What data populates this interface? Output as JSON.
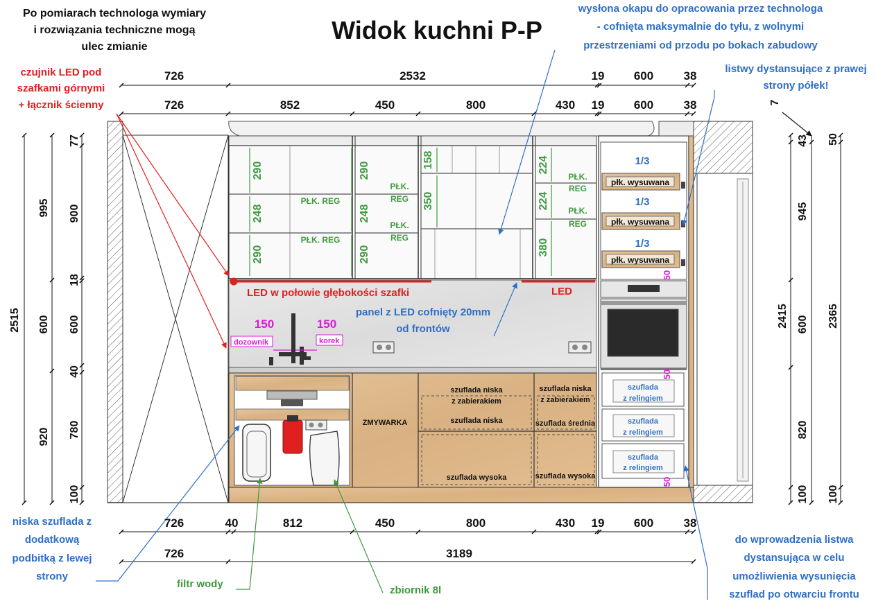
{
  "title": "Widok kuchni P-P",
  "notes": {
    "disclaimer": [
      "Po pomiarach technologa wymiary",
      "i rozwiązania techniczne mogą",
      "ulec zmianie"
    ],
    "led_sensor": [
      "czujnik LED pod",
      "szafkami górnymi",
      "+ łącznik ścienny"
    ],
    "hood": [
      "wysłona okapu do opracowania przez technologa",
      "- cofnięta maksymalnie do tyłu, z wolnymi",
      "przestrzeniami od przodu po bokach zabudowy"
    ],
    "spacer_strips": [
      "listwy dystansujące z prawej",
      "strony półek!"
    ],
    "low_drawer": [
      "niska szuflada z",
      "dodatkową",
      "podbitką z lewej",
      "strony"
    ],
    "water_filter": "filtr wody",
    "tank": "zbiornik 8l",
    "spacer_strip_intro": [
      "do wprowadzenia listwa",
      "dystansująca w celu",
      "umożliwienia wysunięcia",
      "szuflad po otwarciu frontu"
    ],
    "led_half_depth": "LED w połowie głębokości szafki",
    "led": "LED",
    "led_panel": [
      "panel z LED cofnięty 20mm",
      "od frontów"
    ]
  },
  "dims": {
    "top_row1": [
      "726",
      "2532",
      "19",
      "600",
      "38"
    ],
    "top_row2": [
      "726",
      "852",
      "450",
      "800",
      "430",
      "19",
      "600",
      "38"
    ],
    "bottom_row1": [
      "726",
      "40",
      "812",
      "450",
      "800",
      "430",
      "19",
      "600",
      "38"
    ],
    "bottom_row2": [
      "726",
      "3189"
    ],
    "left_outer": "2515",
    "left_mid": [
      "995",
      "600",
      "920"
    ],
    "left_inner": [
      "77",
      "900",
      "18",
      "600",
      "40",
      "780",
      "100"
    ],
    "right_inner": [
      "43",
      "945",
      "600",
      "820",
      "100"
    ],
    "right_mid": "2415",
    "right_outer": [
      "50",
      "2365",
      "100"
    ],
    "right_small": "7",
    "shelf_heights": [
      "290",
      "248",
      "290",
      "290",
      "248",
      "290",
      "158",
      "350",
      "224",
      "224",
      "380"
    ],
    "magenta": [
      "150",
      "150",
      "50",
      "50",
      "50"
    ]
  },
  "labels": {
    "plk_reg": "PŁK. REG",
    "plk": "PŁK.",
    "reg": "REG",
    "pull_shelf": "płk. wysuwana",
    "third": "1/3",
    "dozownik": "dozownik",
    "korek": "korek",
    "dishwasher": "ZMYWARKA",
    "drawer_low_bin": [
      "szuflada niska",
      "z zabierakiem"
    ],
    "drawer_low": "szuflada niska",
    "drawer_high": "szuflada wysoka",
    "drawer_mid": "szuflada średnia",
    "drawer_rail": [
      "szuflada",
      "z relingiem"
    ]
  }
}
